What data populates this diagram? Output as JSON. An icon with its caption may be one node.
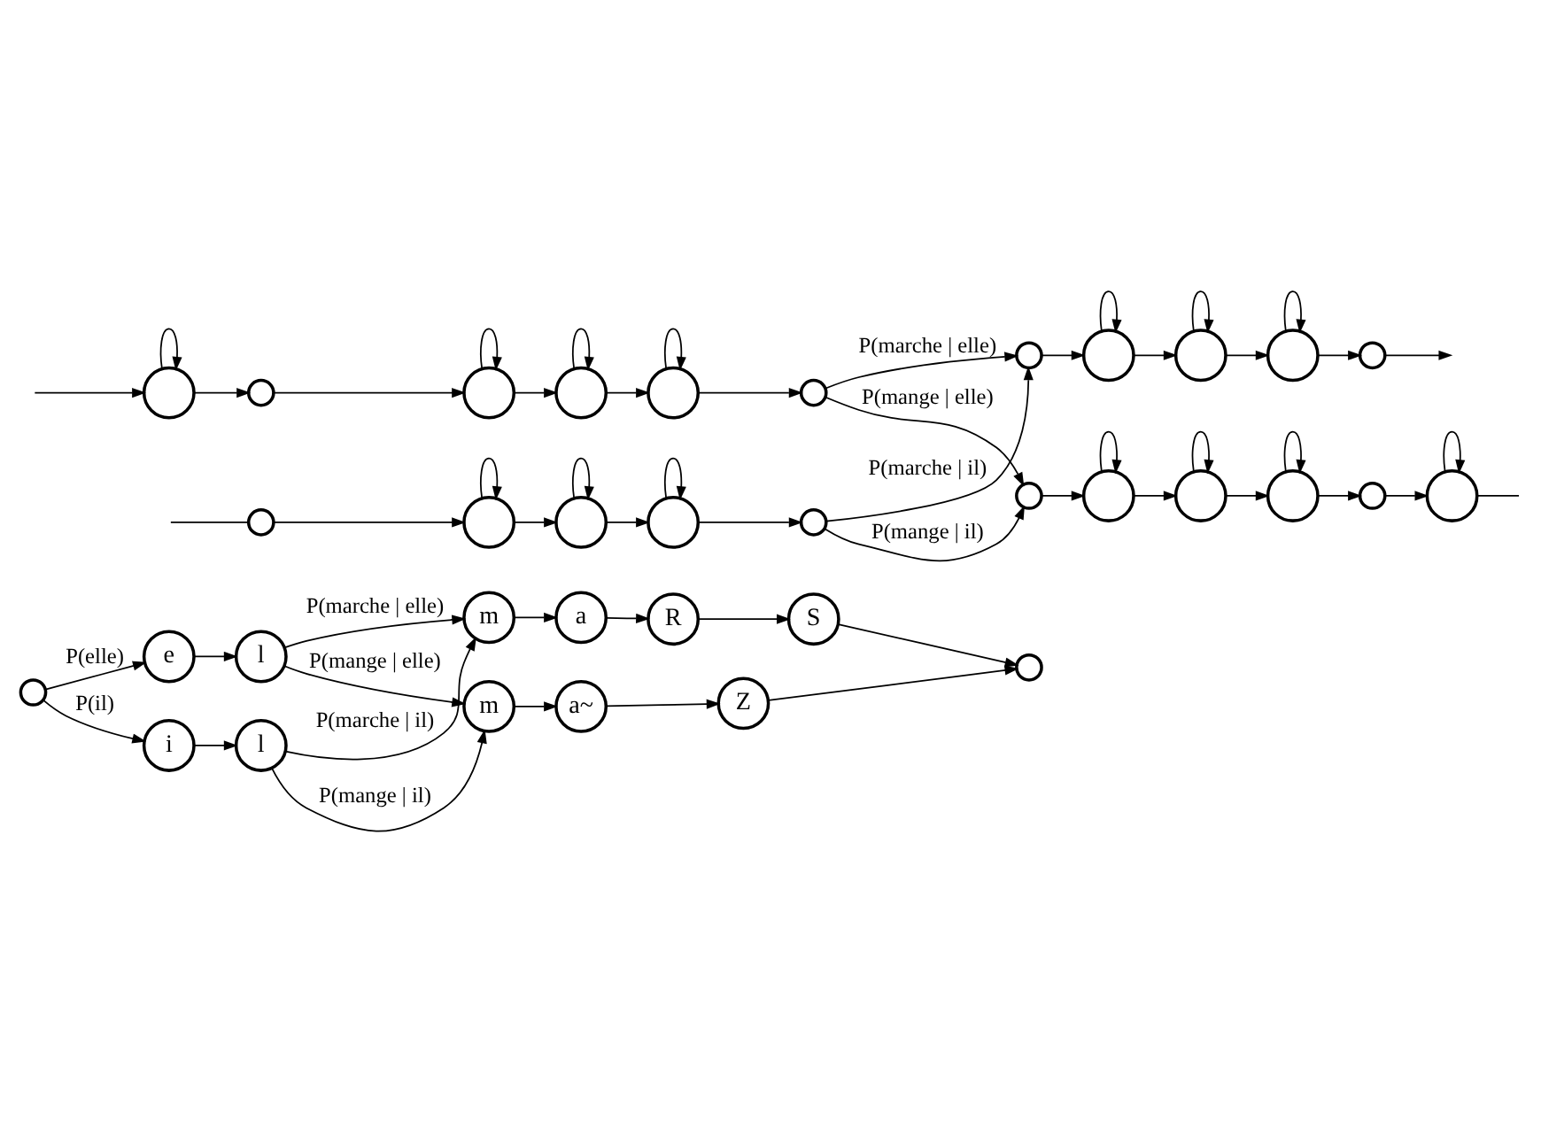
{
  "diagram": {
    "nodes": [
      {
        "text": [],
        "shape": "circle"
      },
      {
        "text": [
          "e"
        ]
      },
      {
        "text": [
          "l"
        ]
      },
      {
        "text": [
          "m"
        ]
      },
      {
        "text": [
          "a"
        ]
      },
      {
        "text": [
          "R"
        ]
      },
      {
        "text": [
          "S"
        ]
      },
      {
        "text": [],
        "shape": "circle"
      },
      {
        "text": [
          "i"
        ]
      },
      {
        "text": [
          "l"
        ]
      },
      {
        "text": [
          "m"
        ]
      },
      {
        "text": [
          "a~"
        ]
      },
      {
        "text": [
          "Z"
        ]
      },
      {
        "text": [],
        "shape": "circle"
      },
      {
        "text": [],
        "shape": "circle"
      },
      {
        "text": [],
        "shape": "circle"
      },
      {
        "text": [],
        "shape": "circle"
      },
      {
        "text": [],
        "shape": "circle"
      },
      {
        "text": [],
        "shape": "circle"
      },
      {
        "text": [],
        "shape": "circle"
      },
      {
        "text": [],
        "shape": "circle"
      },
      {
        "text": [],
        "shape": "circle"
      },
      {
        "text": [],
        "shape": "circle"
      },
      {
        "text": [],
        "shape": "circle"
      },
      {
        "text": [],
        "shape": "circle"
      },
      {
        "text": [],
        "shape": "circle"
      },
      {
        "text": [],
        "shape": "circle"
      },
      {
        "text": [],
        "shape": "circle"
      },
      {
        "text": [],
        "shape": "circle"
      },
      {
        "text": [],
        "shape": "circle"
      },
      {
        "text": [],
        "shape": "circle"
      },
      {
        "text": [],
        "shape": "circle"
      },
      {
        "text": [],
        "shape": "circle"
      },
      {
        "text": [],
        "shape": "circle"
      },
      {
        "text": [],
        "shape": "circle"
      }
    ],
    "edges": [
      {
        "from": 0,
        "to": 1,
        "arrow": "to",
        "label": "P(elle)"
      },
      {
        "from": 0,
        "to": 8,
        "arrow": "to",
        "label": "P(il)"
      },
      {
        "from": 1,
        "to": 2,
        "arrow": "to"
      },
      {
        "from": 2,
        "to": 3,
        "arrow": "to",
        "label": "P(marche | elle)"
      },
      {
        "from": 3,
        "to": 4,
        "arrow": "to"
      },
      {
        "from": 4,
        "to": 5,
        "arrow": "to"
      },
      {
        "from": 5,
        "to": 6,
        "arrow": "to"
      },
      {
        "from": 6,
        "to": 7,
        "arrow": "to"
      },
      {
        "from": 2,
        "to": 10,
        "arrow": "to",
        "label": "P(mange | elle)"
      },
      {
        "from": 9,
        "to": 3,
        "arrow": "to",
        "label": "P(marche | il)"
      },
      {
        "from": 8,
        "to": 9,
        "arrow": "to"
      },
      {
        "from": 9,
        "to": 10,
        "arrow": "to",
        "label": "P(mange | il)"
      },
      {
        "from": 10,
        "to": 11,
        "arrow": "to"
      },
      {
        "from": 11,
        "to": 12,
        "arrow": "to"
      },
      {
        "from": 12,
        "to": 7,
        "arrow": "to"
      },
      {
        "from": null,
        "to": 13,
        "arrow": "to"
      },
      {
        "from": 13,
        "to": 13,
        "arrow": "to"
      },
      {
        "from": 13,
        "to": 14,
        "arrow": "to"
      },
      {
        "from": 14,
        "to": 15,
        "arrow": "to"
      },
      {
        "from": 15,
        "to": 15,
        "arrow": "to"
      },
      {
        "from": 15,
        "to": 16,
        "arrow": "to"
      },
      {
        "from": 16,
        "to": 16,
        "arrow": "to"
      },
      {
        "from": 16,
        "to": 17,
        "arrow": "to"
      },
      {
        "from": 17,
        "to": 17,
        "arrow": "to"
      },
      {
        "from": 17,
        "to": 18,
        "arrow": "to"
      },
      {
        "from": 18,
        "to": 19,
        "arrow": "to",
        "label": "P(marche | elle)"
      },
      {
        "from": 19,
        "to": 20,
        "arrow": "to"
      },
      {
        "from": 20,
        "to": 20,
        "arrow": "to"
      },
      {
        "from": 20,
        "to": 21,
        "arrow": "to"
      },
      {
        "from": 21,
        "to": 21,
        "arrow": "to"
      },
      {
        "from": 21,
        "to": 22,
        "arrow": "to"
      },
      {
        "from": 22,
        "to": 22,
        "arrow": "to"
      },
      {
        "from": 22,
        "to": 23,
        "arrow": "to"
      },
      {
        "from": 23,
        "to": null,
        "arrow": "to"
      },
      {
        "from": 18,
        "to": 29,
        "arrow": "to",
        "label": "P(mange | elle)"
      },
      {
        "from": 28,
        "to": 19,
        "arrow": "to",
        "label": "P(marche | il)"
      },
      {
        "from": null,
        "to": 24,
        "arrow": "none"
      },
      {
        "from": 24,
        "to": 25,
        "arrow": "to"
      },
      {
        "from": 25,
        "to": 25,
        "arrow": "to"
      },
      {
        "from": 25,
        "to": 26,
        "arrow": "to"
      },
      {
        "from": 26,
        "to": 26,
        "arrow": "to"
      },
      {
        "from": 26,
        "to": 27,
        "arrow": "to"
      },
      {
        "from": 27,
        "to": 27,
        "arrow": "to"
      },
      {
        "from": 27,
        "to": 28,
        "arrow": "to"
      },
      {
        "from": 28,
        "to": 29,
        "arrow": "to",
        "label": "P(mange | il)"
      },
      {
        "from": 29,
        "to": 30,
        "arrow": "to"
      },
      {
        "from": 30,
        "to": 30,
        "arrow": "to"
      },
      {
        "from": 30,
        "to": 31,
        "arrow": "to"
      },
      {
        "from": 31,
        "to": 31,
        "arrow": "to"
      },
      {
        "from": 31,
        "to": 32,
        "arrow": "to"
      },
      {
        "from": 32,
        "to": 32,
        "arrow": "to"
      },
      {
        "from": 32,
        "to": 33,
        "arrow": "to"
      },
      {
        "from": 33,
        "to": 34,
        "arrow": "to"
      },
      {
        "from": 34,
        "to": 34,
        "arrow": "to"
      },
      {
        "from": 34,
        "to": null,
        "arrow": "none"
      }
    ]
  }
}
